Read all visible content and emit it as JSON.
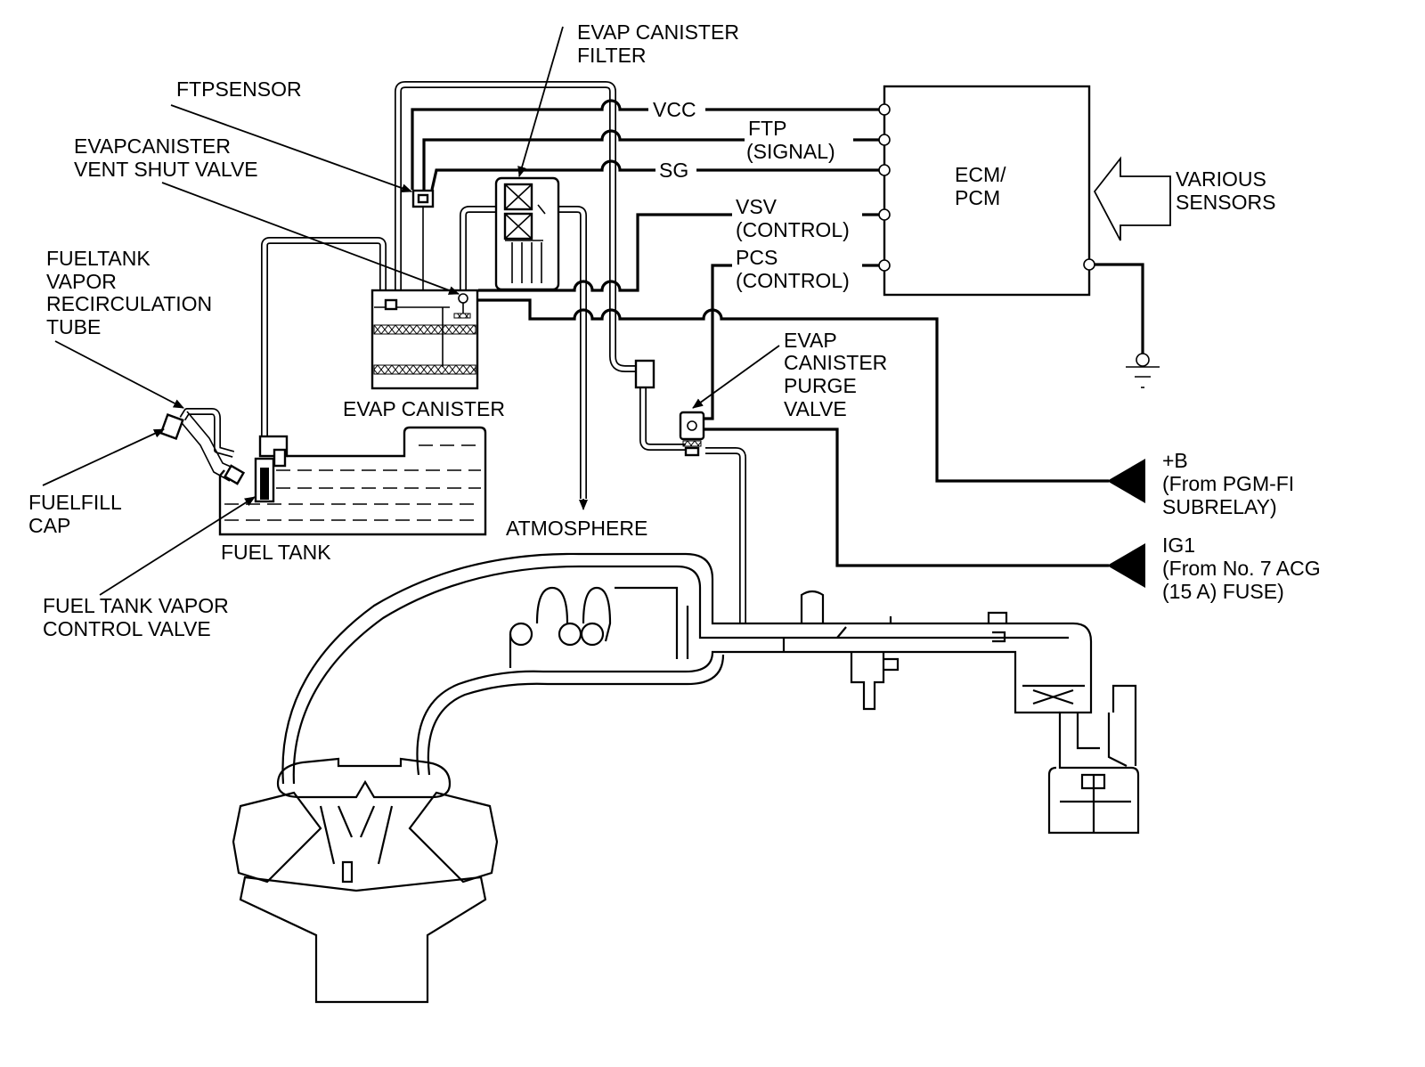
{
  "labels": {
    "evap_canister_filter": [
      "EVAP CANISTER",
      "FILTER"
    ],
    "ftp_sensor": [
      "FTPSENSOR"
    ],
    "vent_shut_valve": [
      "EVAPCANISTER",
      "VENT SHUT VALVE"
    ],
    "recirculation_tube": [
      "FUELTANK",
      "VAPOR",
      "RECIRCULATION",
      "TUBE"
    ],
    "evap_canister": [
      "EVAP CANISTER"
    ],
    "fuel_fill_cap": [
      "FUELFILL",
      "CAP"
    ],
    "fuel_tank": [
      "FUEL TANK"
    ],
    "vapor_control_valve": [
      "FUEL TANK VAPOR",
      "CONTROL VALVE"
    ],
    "atmosphere": [
      "ATMOSPHERE"
    ],
    "purge_valve": [
      "EVAP",
      "CANISTER",
      "PURGE",
      "VALVE"
    ],
    "ecm": [
      "ECM/",
      "PCM"
    ],
    "various_sensors": [
      "VARIOUS",
      "SENSORS"
    ],
    "plus_b": [
      "+B",
      "(From PGM-FI",
      "SUBRELAY)"
    ],
    "ig1": [
      "IG1",
      "(From No. 7 ACG",
      "(15 A) FUSE)"
    ]
  },
  "signals": {
    "vcc": "VCC",
    "ftp": [
      "FTP",
      "(SIGNAL)"
    ],
    "sg": "SG",
    "vsv": [
      "VSV",
      "(CONTROL)"
    ],
    "pcs": [
      "PCS",
      "(CONTROL)"
    ]
  }
}
